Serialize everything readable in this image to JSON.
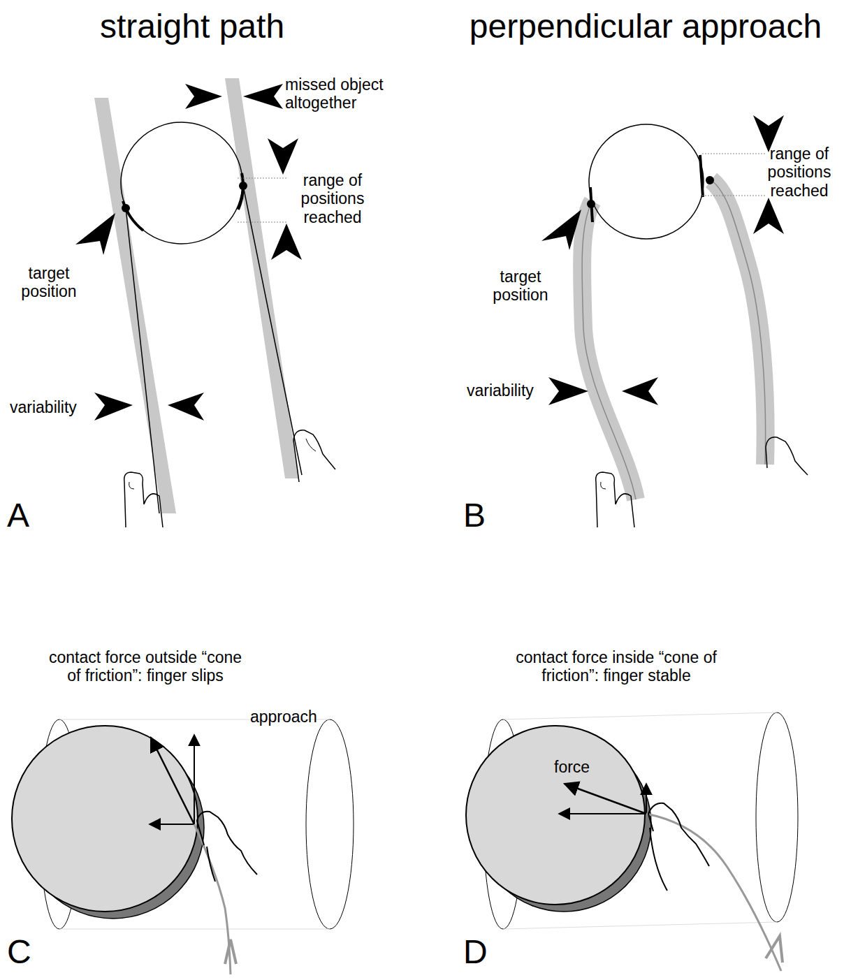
{
  "diagram": {
    "labels": [
      "straight path",
      "perpendicular approach",
      "missed object altogether",
      "range of positions reached",
      "target position",
      "variability",
      "A",
      "range of positions reached",
      "target position",
      "variability",
      "B",
      "contact force outside “cone of friction”: finger slips",
      "force",
      "contact force inside “cone of friction”: finger stable",
      "approach",
      "C",
      "D"
    ]
  }
}
